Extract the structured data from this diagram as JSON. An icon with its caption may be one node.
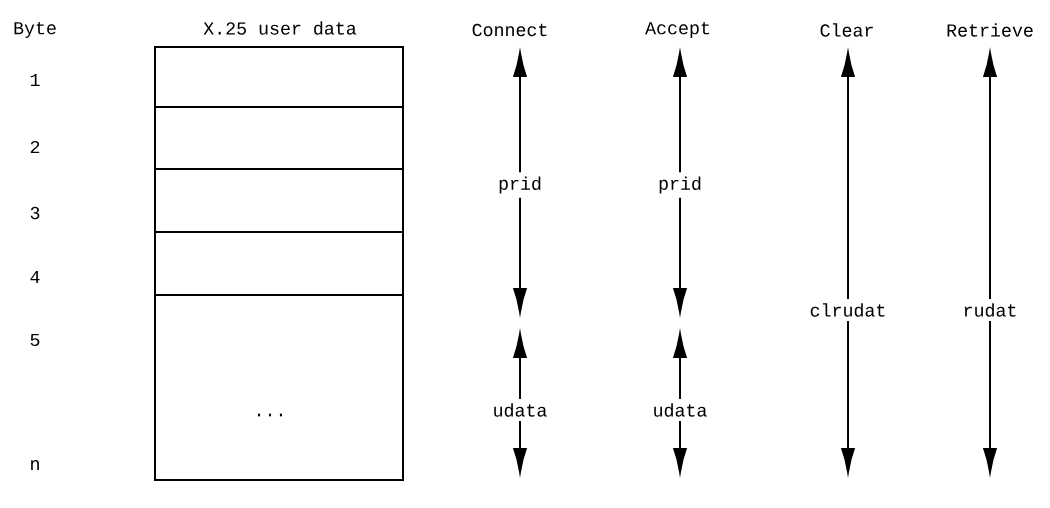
{
  "diagram": {
    "nodes": [
      {
        "text": [
          "X.25 user data"
        ]
      },
      {
        "text": [],
        "shape": "box",
        "in": 0
      },
      {
        "text": [],
        "shape": "box",
        "in": 0
      },
      {
        "text": [],
        "shape": "box",
        "in": 0
      },
      {
        "text": [],
        "shape": "box",
        "in": 0
      },
      {
        "text": [
          "..."
        ],
        "in": 0
      }
    ],
    "labels": [
      "Byte",
      "Connect",
      "Accept",
      "Clear",
      "Retrieve",
      "1",
      "2",
      "prid",
      "prid",
      "3",
      "4",
      "clrudat",
      "rudat",
      "5",
      "udata",
      "udata",
      "n"
    ]
  }
}
